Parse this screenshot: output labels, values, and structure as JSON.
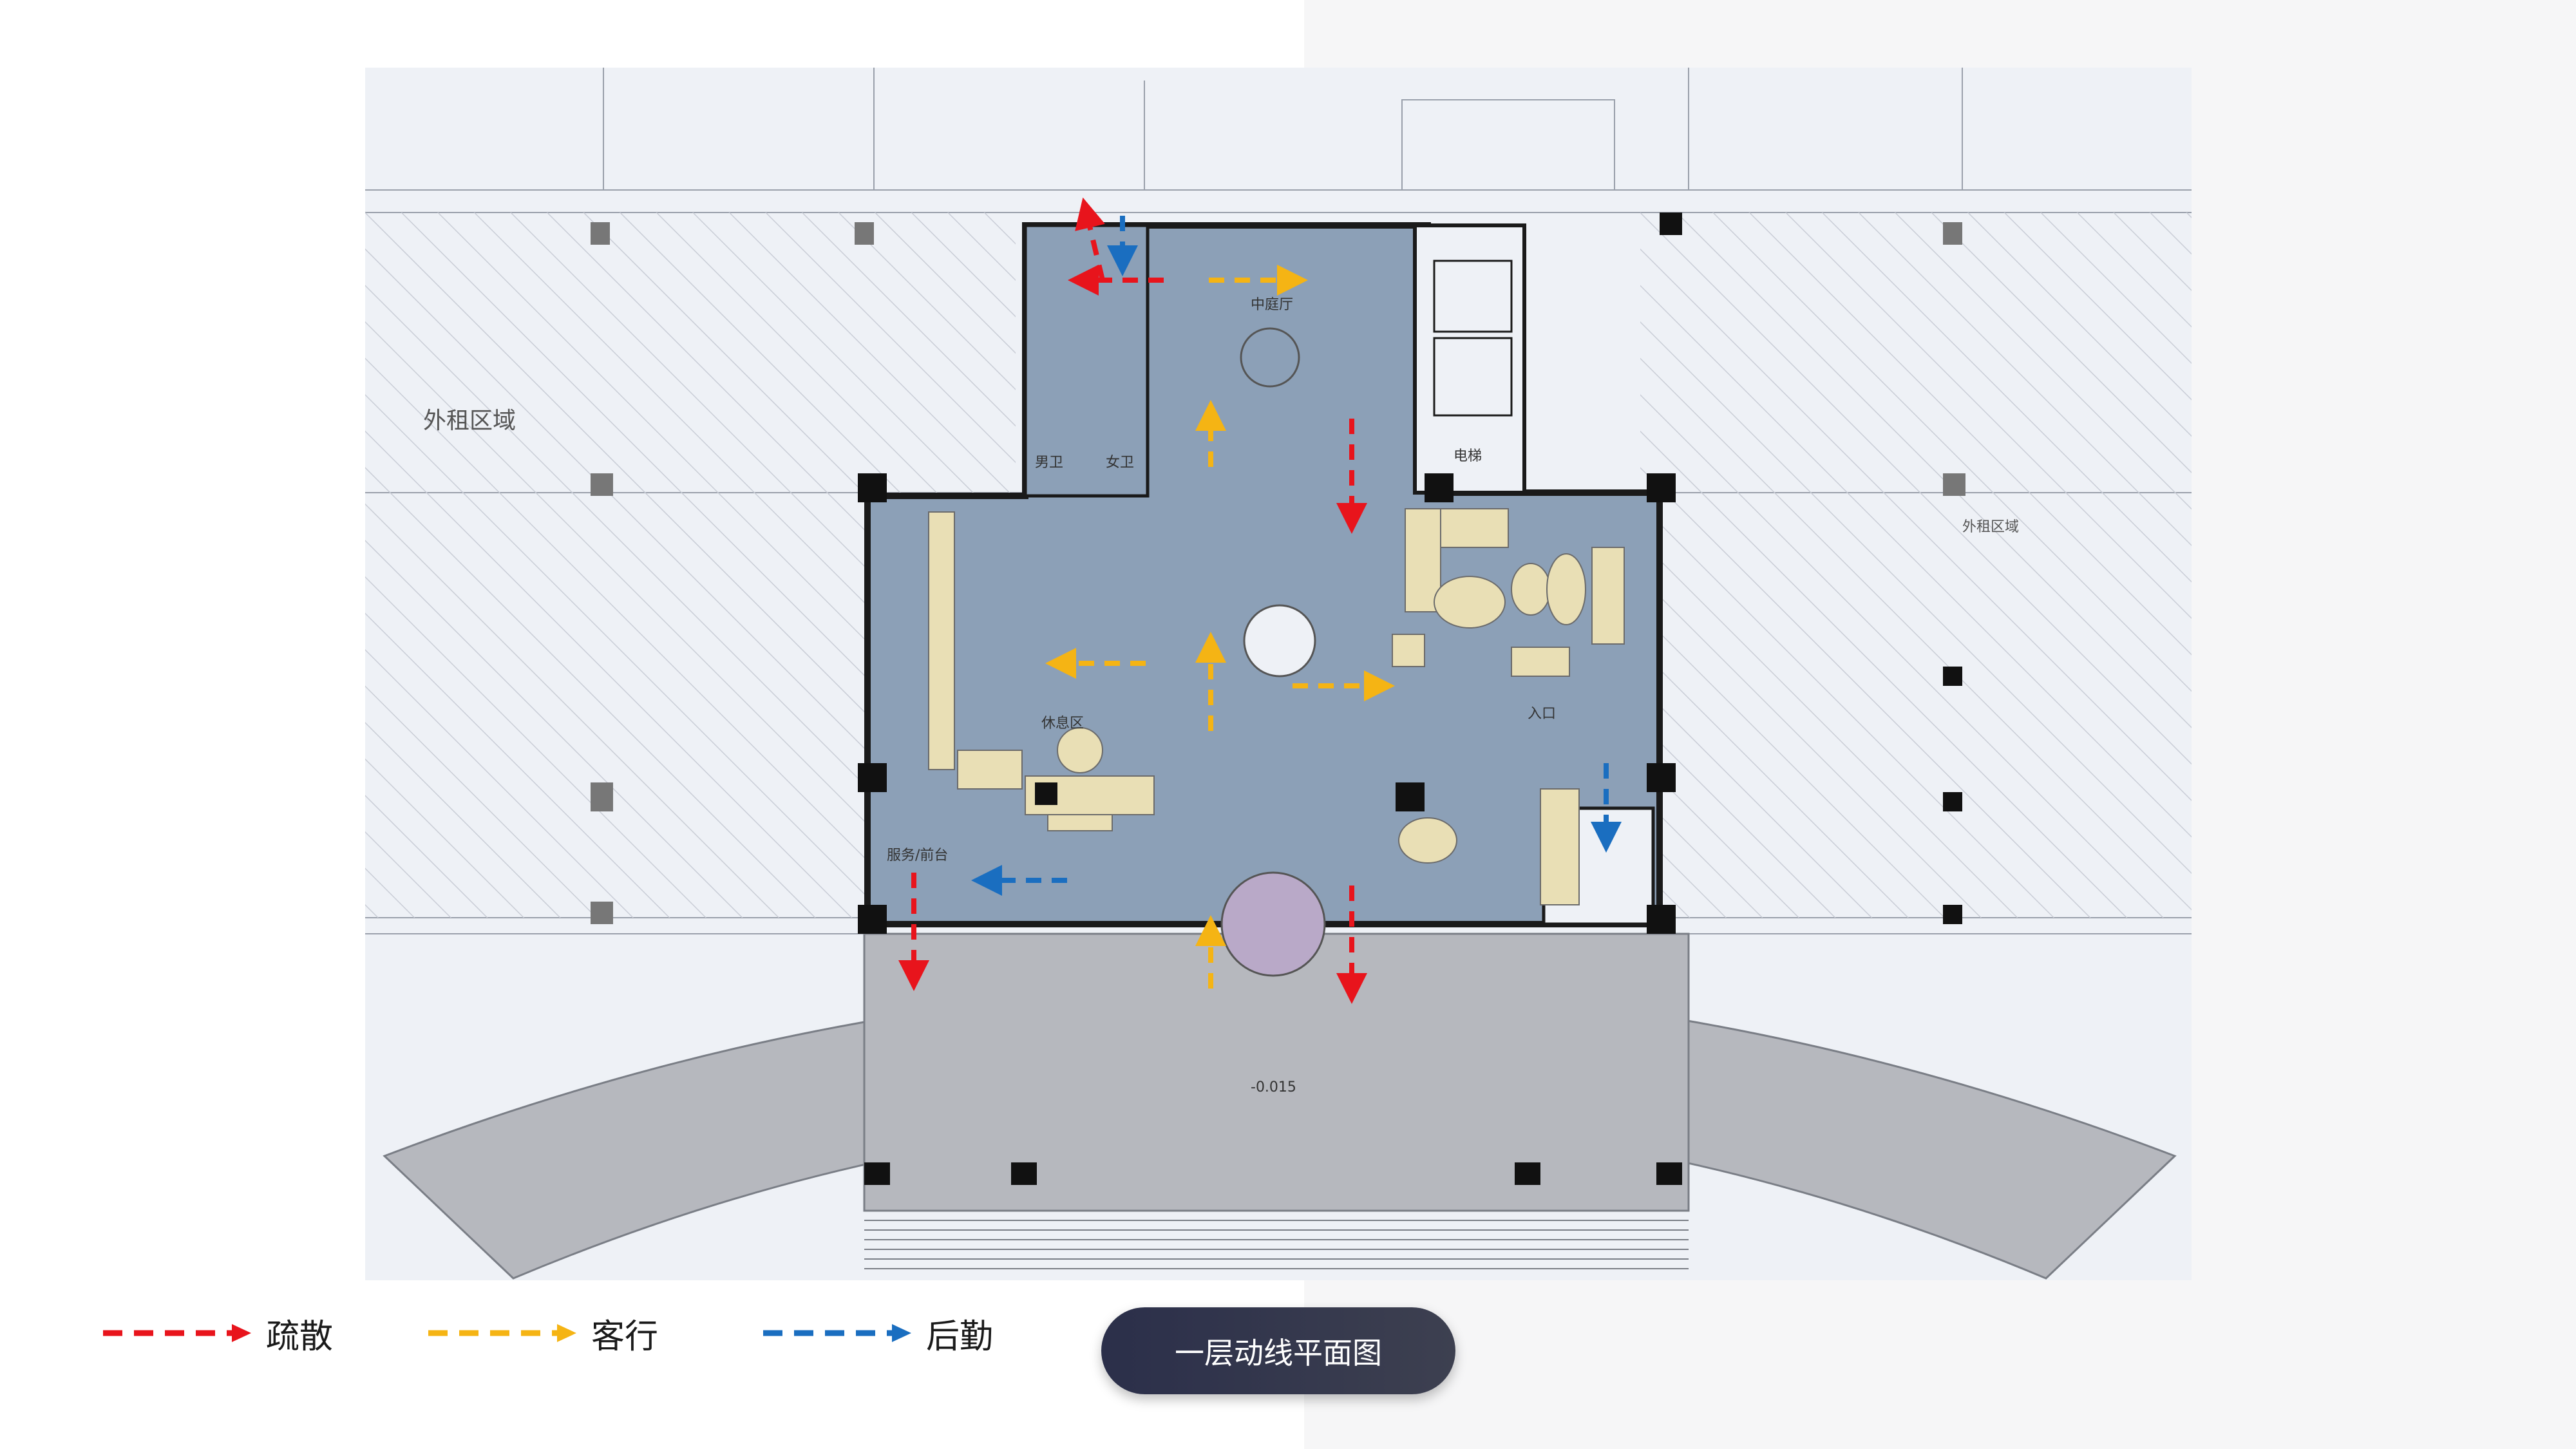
{
  "title": "一层动线平面图",
  "legend": [
    {
      "label": "疏散",
      "color": "#e8141c"
    },
    {
      "label": "客行",
      "color": "#f5b414"
    },
    {
      "label": "后勤",
      "color": "#1a6ec0"
    }
  ],
  "colors": {
    "floor": "#8ca0b7",
    "wall": "#1a1a1a",
    "plaza": "#b6b8be",
    "hatch_area": "#f3f4f7",
    "furniture": "#e9dfb5"
  },
  "plan_labels": {
    "hall": "中庭厅",
    "rest_area": "休息区",
    "service": "服务/前台",
    "entrance": "入口",
    "toilet_m": "男卫",
    "toilet_f": "女卫",
    "elevator": "电梯",
    "side_area_left": "外租区域",
    "side_area_right": "外租区域",
    "elevation": "-0.015"
  }
}
